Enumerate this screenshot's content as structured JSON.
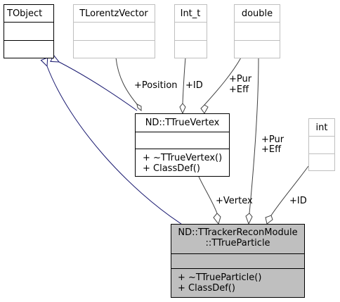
{
  "classes": {
    "tobject": {
      "title": "TObject"
    },
    "tlorentzvector": {
      "title": "TLorentzVector"
    },
    "int_t": {
      "title": "Int_t"
    },
    "double": {
      "title": "double"
    },
    "int": {
      "title": "int"
    },
    "truevertex": {
      "title": "ND::TTrueVertex",
      "methods": [
        "+ ~TTrueVertex()",
        "+ ClassDef()"
      ]
    },
    "trueparticle": {
      "title_lines": [
        "ND::TTrackerReconModule",
        "::TTrueParticle"
      ],
      "methods": [
        "+ ~TTrueParticle()",
        "+ ClassDef()"
      ]
    }
  },
  "edge_labels": {
    "position": "+Position",
    "id_vertex": "+ID",
    "pur_vertex": "+Pur",
    "eff_vertex": "+Eff",
    "pur_particle": "+Pur",
    "eff_particle": "+Eff",
    "vertex": "+Vertex",
    "id_particle": "+ID"
  },
  "colors": {
    "inheritance_edge": "#191970",
    "composition_edge": "#404040",
    "highlight_fill": "#bfbfbf",
    "ghost_border": "#bfbfbf",
    "box_border": "#000000"
  }
}
